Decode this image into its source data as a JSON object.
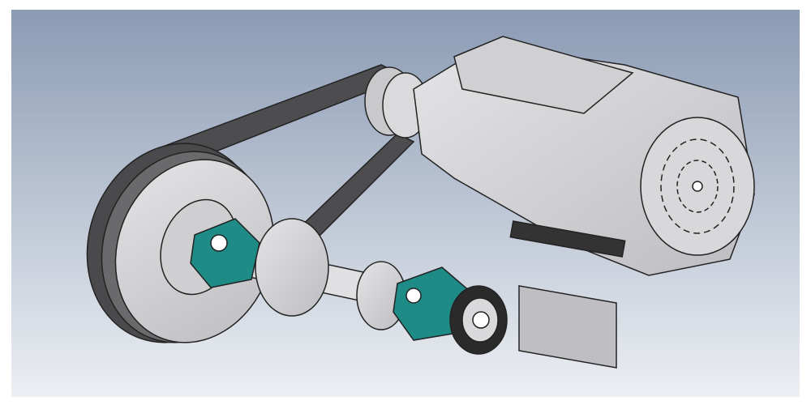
{
  "colors": {
    "background_top": "#8b9bb4",
    "background_bottom": "#eceff3",
    "metal": "#d6d6d8",
    "metal_dark": "#a9a9ad",
    "belt": "#4a4a4c",
    "bearing_housing": "#1f8b86",
    "outline": "#222222"
  },
  "components": {
    "drive_pulley": "drive-pulley",
    "motor_pulley": "motor-pulley",
    "belt": "v-belt",
    "motor": "electric-motor",
    "shaft": "shaft",
    "bearings": [
      "pillow-block-bearing-left",
      "pillow-block-bearing-right"
    ]
  }
}
